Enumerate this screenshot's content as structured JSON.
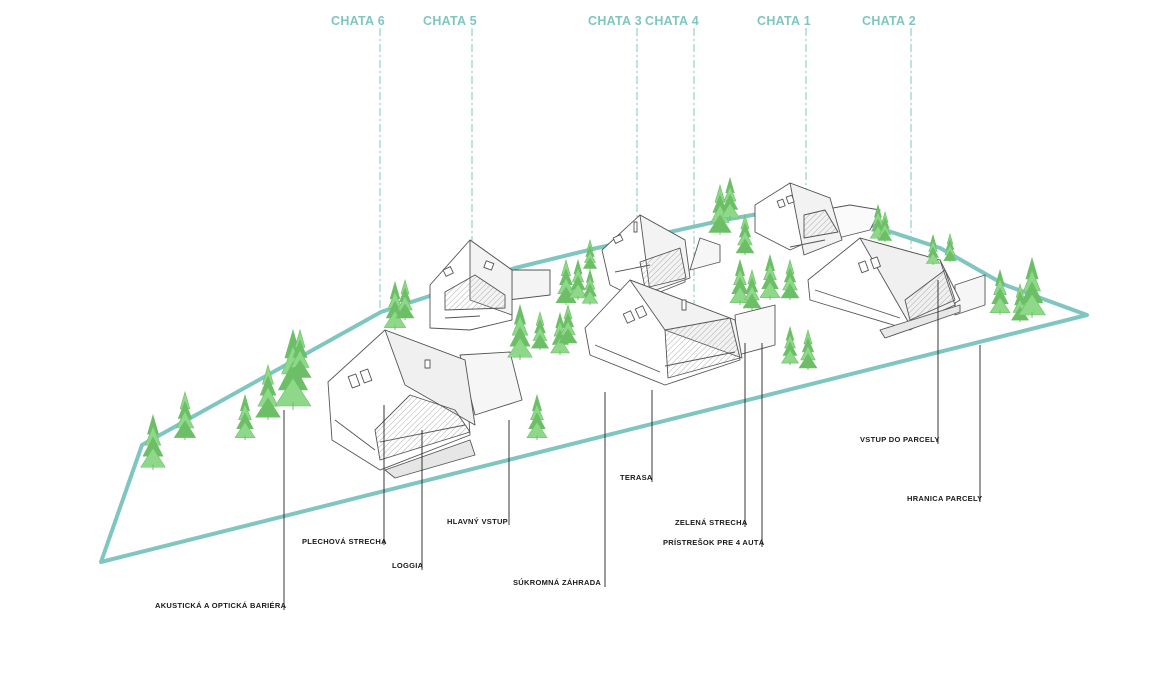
{
  "colors": {
    "accent": "#7fc6c1",
    "tree": "#8ed889",
    "tree_dark": "#6cbf67",
    "line": "#222222",
    "house_stroke": "#555555"
  },
  "chata_labels": [
    "CHATA 6",
    "CHATA 5",
    "CHATA 3",
    "CHATA 4",
    "CHATA 1",
    "CHATA 2"
  ],
  "callouts": {
    "akusticka": "AKUSTICKÁ A OPTICKÁ BARIÉRA",
    "plechova": "PLECHOVÁ STRECHA",
    "loggia": "LOGGIA",
    "hlavny_vstup": "HLAVNÝ VSTUP",
    "sukromna": "SÚKROMNÁ ZÁHRADA",
    "terasa": "TERASA",
    "zelena": "ZELENÁ STRECHA",
    "pristresok": "PRÍSTREŠOK PRE 4 AUTÁ",
    "vstup_parcely": "VSTUP DO PARCELY",
    "hranica": "HRANICA PARCELY"
  }
}
